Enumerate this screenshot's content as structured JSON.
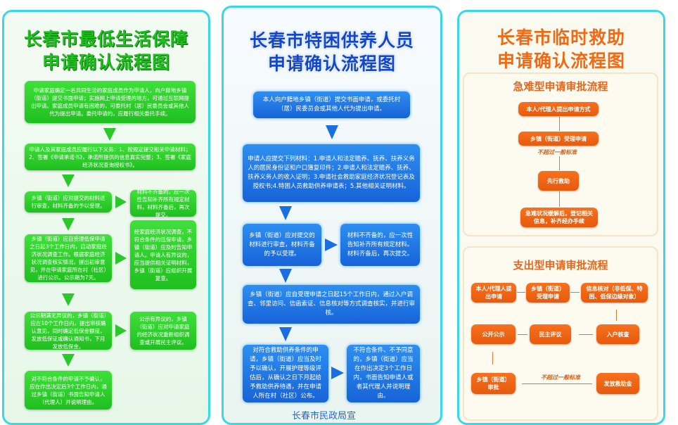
{
  "panels": [
    {
      "title_line1": "长春市最低生活保障",
      "title_line2": "申请确认流程图",
      "steps": [
        "申请家庭确定一名共同生活的家庭成员作为申请人，向户籍地乡镇（街道）提交书面申请；实施网上申请受理的地方，可通过互联网提出申请。家庭成员申请有困难的，可委托村（居）民委员会或其他人代为提出申请。委托申请的，应履行相关委托手续。",
        "申请人及其家庭成员应履行以下义务：1、按规定提交相关申请材料；2、签署《申请承诺书》，承诺所提供的信息真实完整；3、签署《家庭经济状况查询授权书》。",
        "乡镇（街道）应对提交的材料进行审查，材料齐备的予以受理。",
        "材料不齐备的，应一次性告知补齐所有规定材料，材料齐备后，再次提交。",
        "乡镇（街道）应自受理低保申请之日起3个工作日内，启动家庭经济状况调查工作。根据家庭经济状况调查核实情况，提出初审意见，并在申请家庭所在村（社区）进行公示。公示期为7天。",
        "经家庭经济状况调查，不符合条件的低保申请，乡镇（街道）应及时告知申请人。申请人有异议的，应当提供相关证明材料，乡镇（街道）应组织开展复查。",
        "公示期满无异议的，乡镇（街道）应在10个工作日内，提出审核确认意见，同时确定低保金额度，发放低保证或确认通知书，下月发放低保金。",
        "公示有异议的，乡镇（街道）应对申请家庭的经济状况重新组织调查或开展民主评议。",
        "对不符合条件的申请不予确认，应在作出决定后3个工作日内，通过乡镇（街道）书面告知申请人（代理人）并说明理由。"
      ]
    },
    {
      "title_line1": "长春市特困供养人员",
      "title_line2": "申请确认流程图",
      "steps": [
        "本人向户籍地乡镇（街道）提交书面申请，或委托村（居）民委员会或其他人代为提出申请。",
        "申请人应提交下列材料：1.申请人和法定赡养、抚养、扶养义务人的居民身份证和户口簿复印件；2.申请人和法定赡养、抚养、扶养义务人的收入证明；3.申请社会救助家庭经济状况登记表及授权书;4.特困人员救助供养申请表；5.其他相关证明材料。",
        "乡镇（街道）应对提交的材料进行审查，材料齐备的予以受理。",
        "材料不齐备的，应一次性告知补齐所有规定材料。材料齐备后，再次提交。",
        "乡镇（街道）应自受理申请之日起15个工作日内，通过入户调查、邻里访问、信函索证、信息核对等方式调查核实，并进行审核。",
        "对符合救助供养条件的申请，乡镇（街道）应当及时予以确认，开展护理等级评估后，从确认之日下月起给予救助供养待遇，并在申请人所在村（社区）公布。",
        "不符合条件、不予同意的，乡镇（街道）应当在作出决定3个工作日内，书面告知申请人或者其代理人并说明理由。"
      ],
      "footer": "长春市民政局宣"
    },
    {
      "title_line1": "长春市临时救助",
      "title_line2": "申请确认流程图",
      "emergency": {
        "title": "急难型申请审批流程",
        "steps": [
          "本人/代理人提出申请方式",
          "乡镇（街道）受理申请",
          "先行救助",
          "急难状况缓解后，登记相关信息，补齐经办手续"
        ],
        "note": "不超过一般标准"
      },
      "expense": {
        "title": "支出型申请审批流程",
        "steps": [
          "本人/代理人提出申请",
          "乡镇（街道）受理申请",
          "信息核对（非低保、特困、低保边缘对象）",
          "入户核查",
          "民主评议",
          "公开公示",
          "乡镇（街道）审批",
          "发放救助金"
        ],
        "note": "不超过一般标准"
      }
    }
  ],
  "colors": {
    "green": "#22c722",
    "blue": "#1a6fe0",
    "orange": "#f06a14",
    "title_blue": "#1646c8",
    "frame": "#33d6e8"
  }
}
